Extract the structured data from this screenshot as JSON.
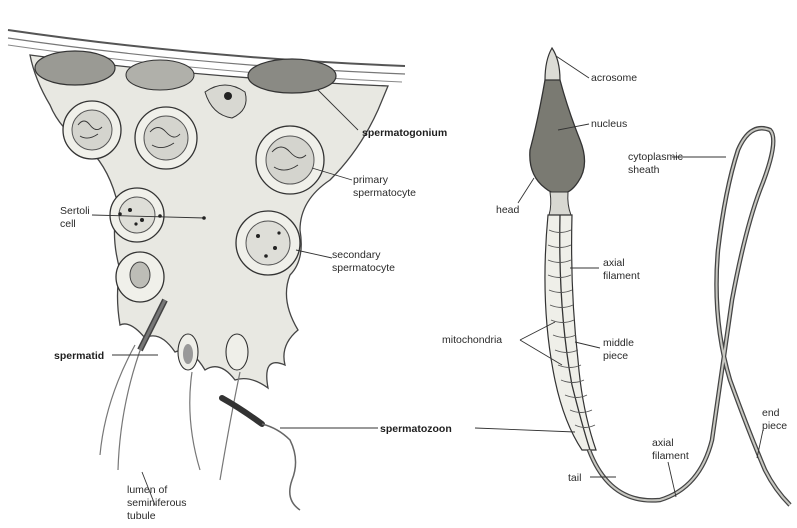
{
  "labels": {
    "spermatogonium": "spermatogonium",
    "primary": [
      "primary",
      "spermatocyte"
    ],
    "sertoli": [
      "Sertoli",
      "cell"
    ],
    "secondary": [
      "secondary",
      "spermatocyte"
    ],
    "spermatid": "spermatid",
    "spermatozoon": "spermatozoon",
    "lumen": [
      "lumen of",
      "seminiferous",
      "tubule"
    ],
    "acrosome": "acrosome",
    "nucleus": "nucleus",
    "cytoplasmic_sheath": [
      "cytoplasmic",
      "sheath"
    ],
    "head": "head",
    "axial_filament_top": [
      "axial",
      "filament"
    ],
    "mitochondria": "mitochondria",
    "middle_piece": [
      "middle",
      "piece"
    ],
    "axial_filament_bottom": [
      "axial",
      "filament"
    ],
    "end_piece": [
      "end",
      "piece"
    ],
    "tail": "tail"
  },
  "colors": {
    "line": "#333333",
    "cell_fill": "#e8e8e2",
    "nucleus_fill": "#8a8a84",
    "sperm_head_fill": "#7a7a72"
  }
}
